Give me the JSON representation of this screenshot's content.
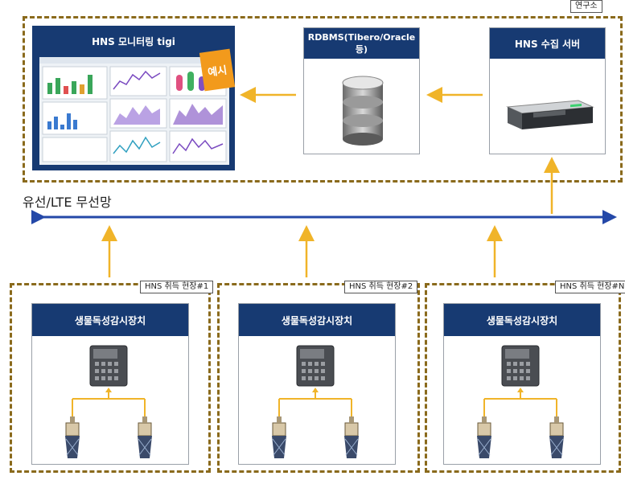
{
  "lab": {
    "tag": "연구소",
    "monitor": {
      "title": "HNS 모니터링 tigi",
      "badge": "예시"
    },
    "rdbms": {
      "title": "RDBMS(Tibero/Oracle 등)"
    },
    "server": {
      "title": "HNS 수집 서버"
    }
  },
  "network": {
    "label": "유선/LTE 무선망"
  },
  "sites": [
    {
      "tag": "HNS 취득 현장#1",
      "device": "생물독성감시장치"
    },
    {
      "tag": "HNS 취득 현장#2",
      "device": "생물독성감시장치"
    },
    {
      "tag": "HNS 취득 현장#N",
      "device": "생물독성감시장치"
    }
  ],
  "colors": {
    "header": "#173a72",
    "arrow": "#f0b429",
    "network": "#2448a8",
    "dash": "#8a6a1c"
  }
}
